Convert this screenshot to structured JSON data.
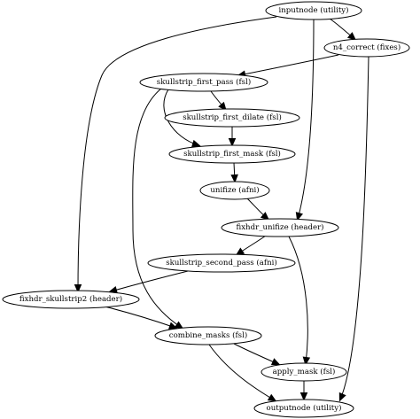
{
  "graph": {
    "nodes": [
      {
        "id": "inputnode",
        "label": "inputnode (utility)"
      },
      {
        "id": "n4_correct",
        "label": "n4_correct (fixes)"
      },
      {
        "id": "skullstrip_first_pass",
        "label": "skullstrip_first_pass (fsl)"
      },
      {
        "id": "skullstrip_first_dilate",
        "label": "skullstrip_first_dilate (fsl)"
      },
      {
        "id": "skullstrip_first_mask",
        "label": "skullstrip_first_mask (fsl)"
      },
      {
        "id": "unifize",
        "label": "unifize (afni)"
      },
      {
        "id": "fixhdr_unifize",
        "label": "fixhdr_unifize (header)"
      },
      {
        "id": "skullstrip_second_pass",
        "label": "skullstrip_second_pass (afni)"
      },
      {
        "id": "fixhdr_skullstrip2",
        "label": "fixhdr_skullstrip2 (header)"
      },
      {
        "id": "combine_masks",
        "label": "combine_masks (fsl)"
      },
      {
        "id": "apply_mask",
        "label": "apply_mask (fsl)"
      },
      {
        "id": "outputnode",
        "label": "outputnode (utility)"
      }
    ],
    "edges": [
      {
        "from": "inputnode",
        "to": "n4_correct"
      },
      {
        "from": "inputnode",
        "to": "fixhdr_unifize"
      },
      {
        "from": "inputnode",
        "to": "fixhdr_skullstrip2"
      },
      {
        "from": "n4_correct",
        "to": "skullstrip_first_pass"
      },
      {
        "from": "n4_correct",
        "to": "outputnode"
      },
      {
        "from": "skullstrip_first_pass",
        "to": "skullstrip_first_dilate"
      },
      {
        "from": "skullstrip_first_pass",
        "to": "skullstrip_first_mask"
      },
      {
        "from": "skullstrip_first_pass",
        "to": "combine_masks"
      },
      {
        "from": "skullstrip_first_dilate",
        "to": "skullstrip_first_mask"
      },
      {
        "from": "skullstrip_first_mask",
        "to": "unifize"
      },
      {
        "from": "unifize",
        "to": "fixhdr_unifize"
      },
      {
        "from": "fixhdr_unifize",
        "to": "skullstrip_second_pass"
      },
      {
        "from": "fixhdr_unifize",
        "to": "apply_mask"
      },
      {
        "from": "skullstrip_second_pass",
        "to": "fixhdr_skullstrip2"
      },
      {
        "from": "fixhdr_skullstrip2",
        "to": "combine_masks"
      },
      {
        "from": "combine_masks",
        "to": "apply_mask"
      },
      {
        "from": "combine_masks",
        "to": "outputnode"
      },
      {
        "from": "apply_mask",
        "to": "outputnode"
      }
    ]
  }
}
